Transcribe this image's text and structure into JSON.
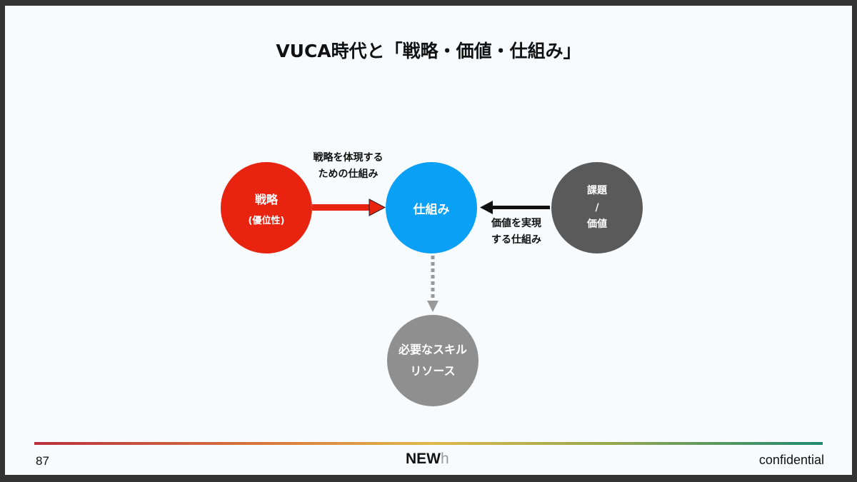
{
  "title": "VUCA時代と「戦略・価値・仕組み」",
  "nodes": {
    "strategy": {
      "line1": "戦略",
      "line2": "(優位性)",
      "color": "#e8230f"
    },
    "mechanism": {
      "label": "仕組み",
      "color": "#0aa0f5"
    },
    "issue_value": {
      "line1": "課題",
      "line2": "/",
      "line3": "価値",
      "color": "#5a5a5a"
    },
    "skills": {
      "line1": "必要なスキル",
      "line2": "リソース",
      "color": "#8f8f8f"
    }
  },
  "edges": {
    "strategy_to_mechanism": {
      "line1": "戦略を体現する",
      "line2": "ための仕組み"
    },
    "value_to_mechanism": {
      "line1": "価値を実現",
      "line2": "する仕組み"
    }
  },
  "footer": {
    "page": "87",
    "logo_main": "NEW",
    "logo_tail": "h",
    "confidential": "confidential"
  }
}
